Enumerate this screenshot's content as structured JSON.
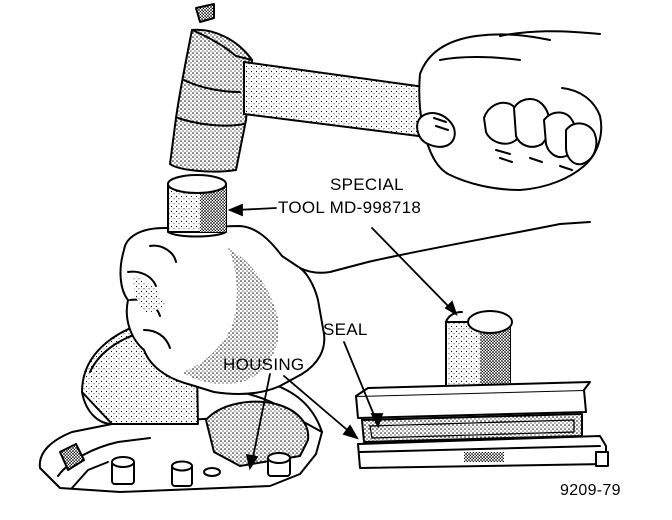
{
  "figure": {
    "callouts": {
      "special": "SPECIAL",
      "tool": "TOOL MD-998718",
      "seal": "SEAL",
      "housing": "HOUSING"
    },
    "figure_number": "9209-79"
  },
  "colors": {
    "ink": "#000000",
    "paper": "#ffffff"
  }
}
